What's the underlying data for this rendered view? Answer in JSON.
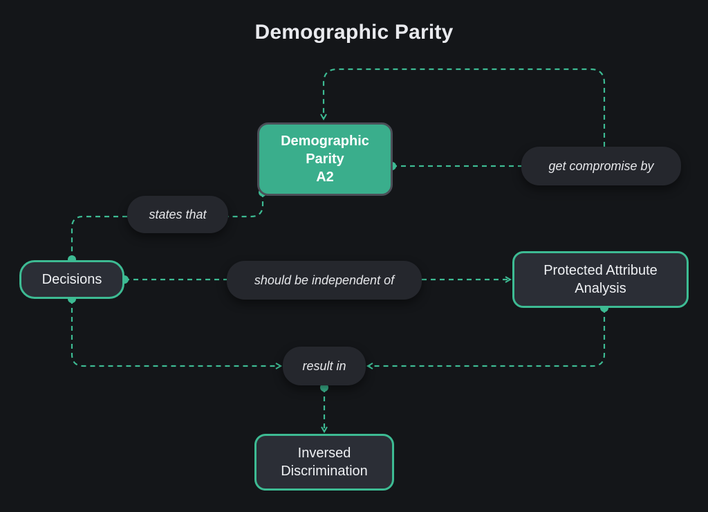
{
  "title": "Demographic Parity",
  "colors": {
    "background": "#141619",
    "accent": "#3dbb93",
    "main_node_fill": "#3aae8c",
    "node_fill": "#2b2e36",
    "label_fill": "#25272d"
  },
  "nodes": {
    "main": {
      "line1": "Demographic",
      "line2": "Parity",
      "line3": "A2"
    },
    "decisions": "Decisions",
    "protected": {
      "line1": "Protected Attribute",
      "line2": "Analysis"
    },
    "inversed": {
      "line1": "Inversed",
      "line2": "Discrimination"
    }
  },
  "edge_labels": {
    "states_that": "states that",
    "get_compromise_by": "get compromise by",
    "should_be_independent_of": "should be independent of",
    "result_in": "result in"
  }
}
